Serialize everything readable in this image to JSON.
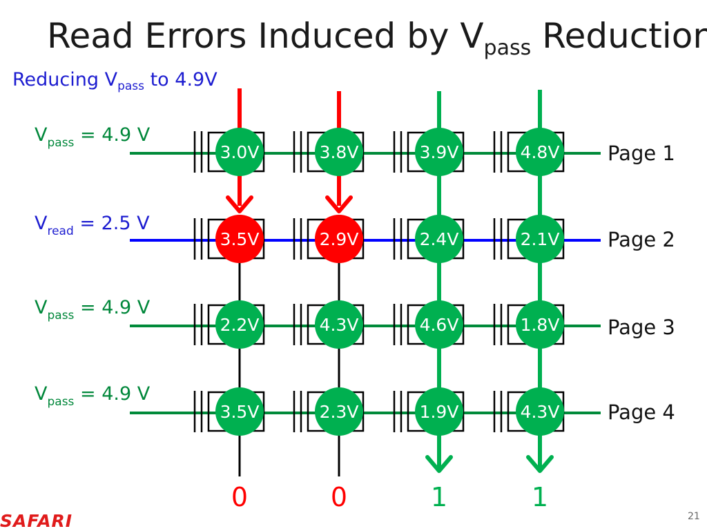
{
  "title": {
    "prefix": "Read Errors Induced by V",
    "sub": "pass",
    "suffix": " Reduction"
  },
  "subtitle": {
    "prefix": "Reducing V",
    "sub": "pass",
    "suffix": " to 4.9V"
  },
  "wordlines": [
    {
      "v": "V",
      "sub": "pass",
      "value": " = 4.9 V",
      "page": "Page 1"
    },
    {
      "v": "V",
      "sub": "read",
      "value": " = 2.5 V",
      "page": "Page 2"
    },
    {
      "v": "V",
      "sub": "pass",
      "value": " = 4.9 V",
      "page": "Page 3"
    },
    {
      "v": "V",
      "sub": "pass",
      "value": " = 4.9 V",
      "page": "Page 4"
    }
  ],
  "cells": [
    [
      "3.0V",
      "3.8V",
      "3.9V",
      "4.8V"
    ],
    [
      "3.5V",
      "2.9V",
      "2.4V",
      "2.1V"
    ],
    [
      "2.2V",
      "4.3V",
      "4.6V",
      "1.8V"
    ],
    [
      "3.5V",
      "2.3V",
      "1.9V",
      "4.3V"
    ]
  ],
  "bits": [
    "0",
    "0",
    "1",
    "1"
  ],
  "logo": "SAFARI",
  "page_number": "21",
  "colors": {
    "green": "#00b050",
    "wire_green": "#008a3a",
    "red": "#ff0000",
    "blue": "#0000ff",
    "black": "#000000",
    "label_green": "#00873a",
    "label_blue": "#1c1cd0"
  }
}
